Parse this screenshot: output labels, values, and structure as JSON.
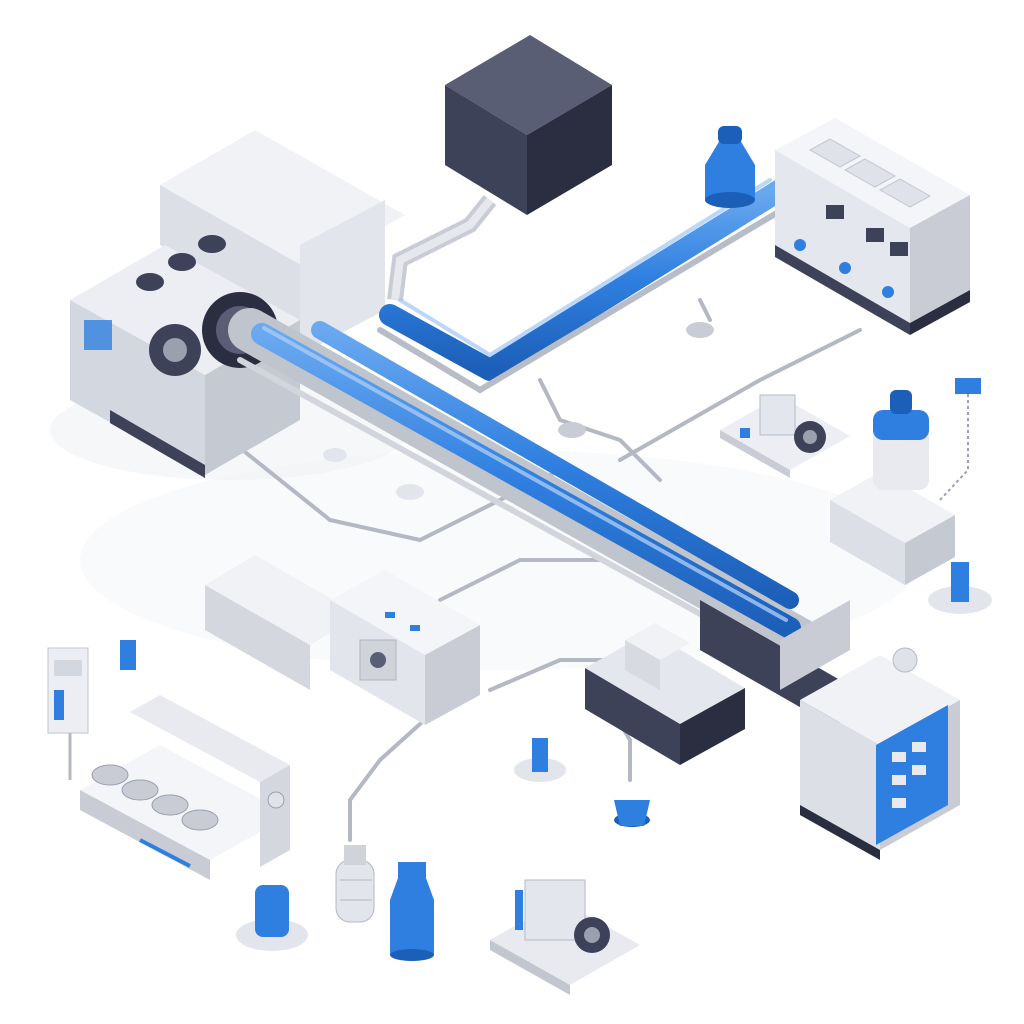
{
  "scene": {
    "subject": "isometric-industrial-pipeline-plant",
    "colors": {
      "background": "#ffffff",
      "accent_blue": "#2f7fe0",
      "accent_blue_dark": "#1c5fb8",
      "steel_light": "#e9ebf0",
      "steel_mid": "#c9ccd4",
      "steel_dark": "#9aa0ad",
      "navy": "#3e4258",
      "navy_dark": "#2b2e40"
    },
    "components": [
      "dark-tank-box",
      "left-compressor-unit",
      "main-blue-pipeline",
      "upper-blue-pipeline",
      "right-control-cabinet",
      "blue-valve-tower",
      "center-storage-unit",
      "right-pump-station",
      "right-blue-tank",
      "center-dark-tank",
      "right-electrical-cabinet",
      "left-filter-rack",
      "left-meter-panel",
      "bottom-gas-cylinder",
      "bottom-blue-bottle",
      "bottom-motor-block",
      "blue-valve-bases"
    ]
  }
}
